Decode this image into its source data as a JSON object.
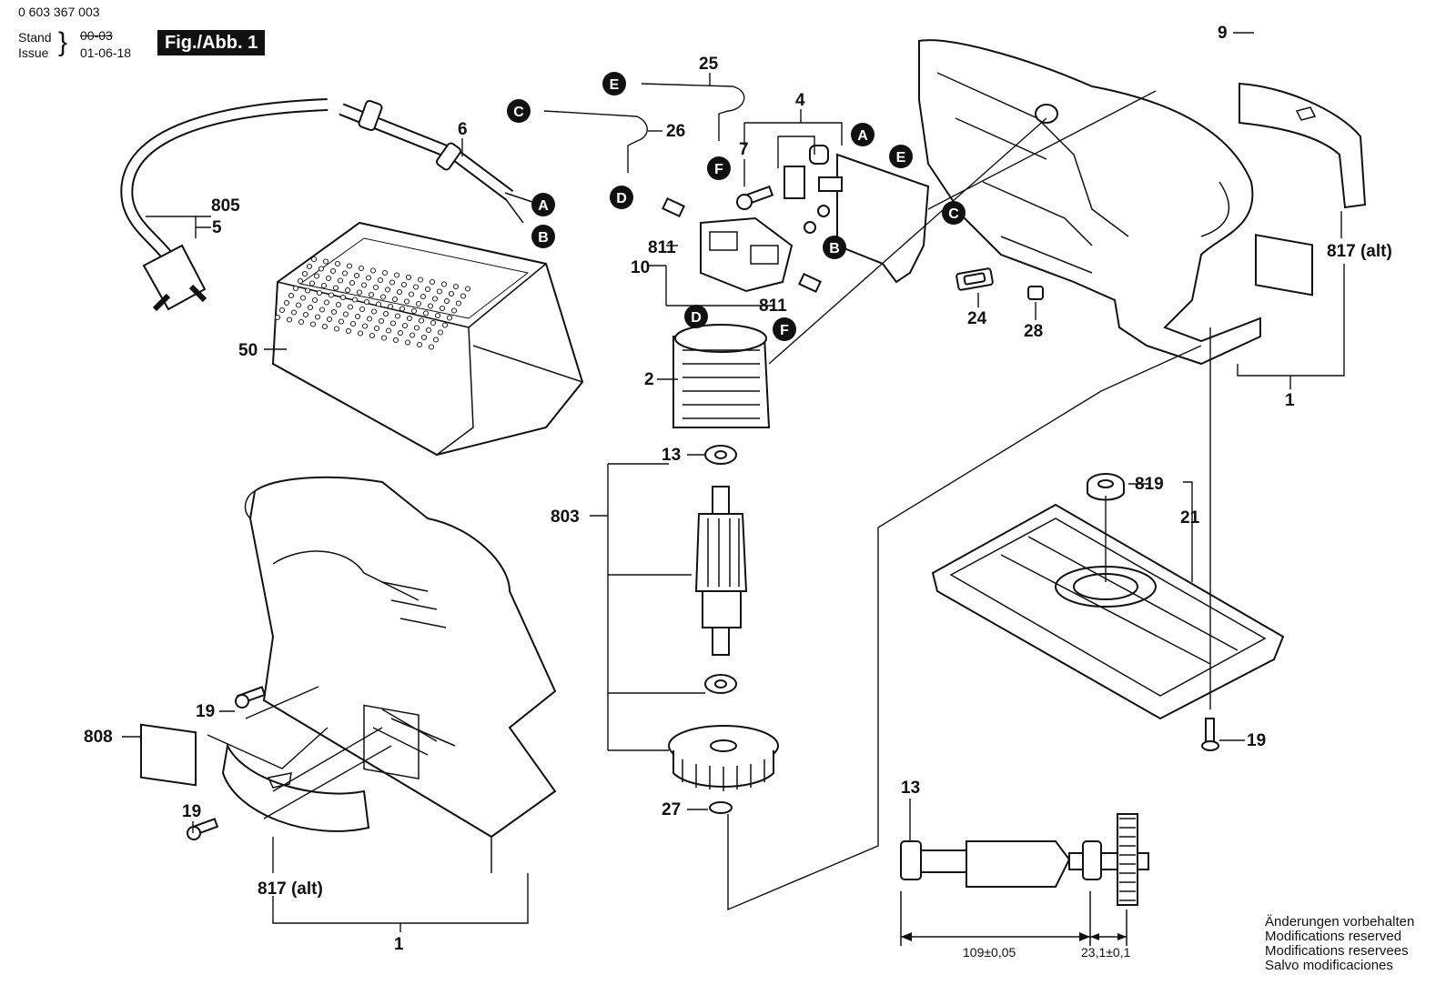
{
  "header": {
    "part_number": "0 603 367 003",
    "stand_label": "Stand",
    "issue_label": "Issue",
    "stand_value": "00-03",
    "issue_value": "01-06-18",
    "figure": "Fig./Abb. 1"
  },
  "callouts": {
    "p1_top": "1",
    "p1_bottom": "1",
    "p2": "2",
    "p4": "4",
    "p5": "5",
    "p6": "6",
    "p7": "7",
    "p9": "9",
    "p10": "10",
    "p13": "13",
    "p13_detail": "13",
    "p19_left_upper": "19",
    "p19_left_lower": "19",
    "p19_right": "19",
    "p21": "21",
    "p24": "24",
    "p25": "25",
    "p26": "26",
    "p27": "27",
    "p28": "28",
    "p50": "50",
    "p803": "803",
    "p805": "805",
    "p808": "808",
    "p811_upper": "811",
    "p811_lower": "811",
    "p817_right": "817 (alt)",
    "p817_left": "817 (alt)",
    "p819": "819"
  },
  "connectors": {
    "a": "A",
    "b": "B",
    "c": "C",
    "d": "D",
    "e": "E",
    "f": "F"
  },
  "dimensions": {
    "length": "109±0,05",
    "offset": "23,1±0,1"
  },
  "notes": [
    "Änderungen vorbehalten",
    "Modifications reserved",
    "Modifications reservees",
    "Salvo modificaciones"
  ]
}
